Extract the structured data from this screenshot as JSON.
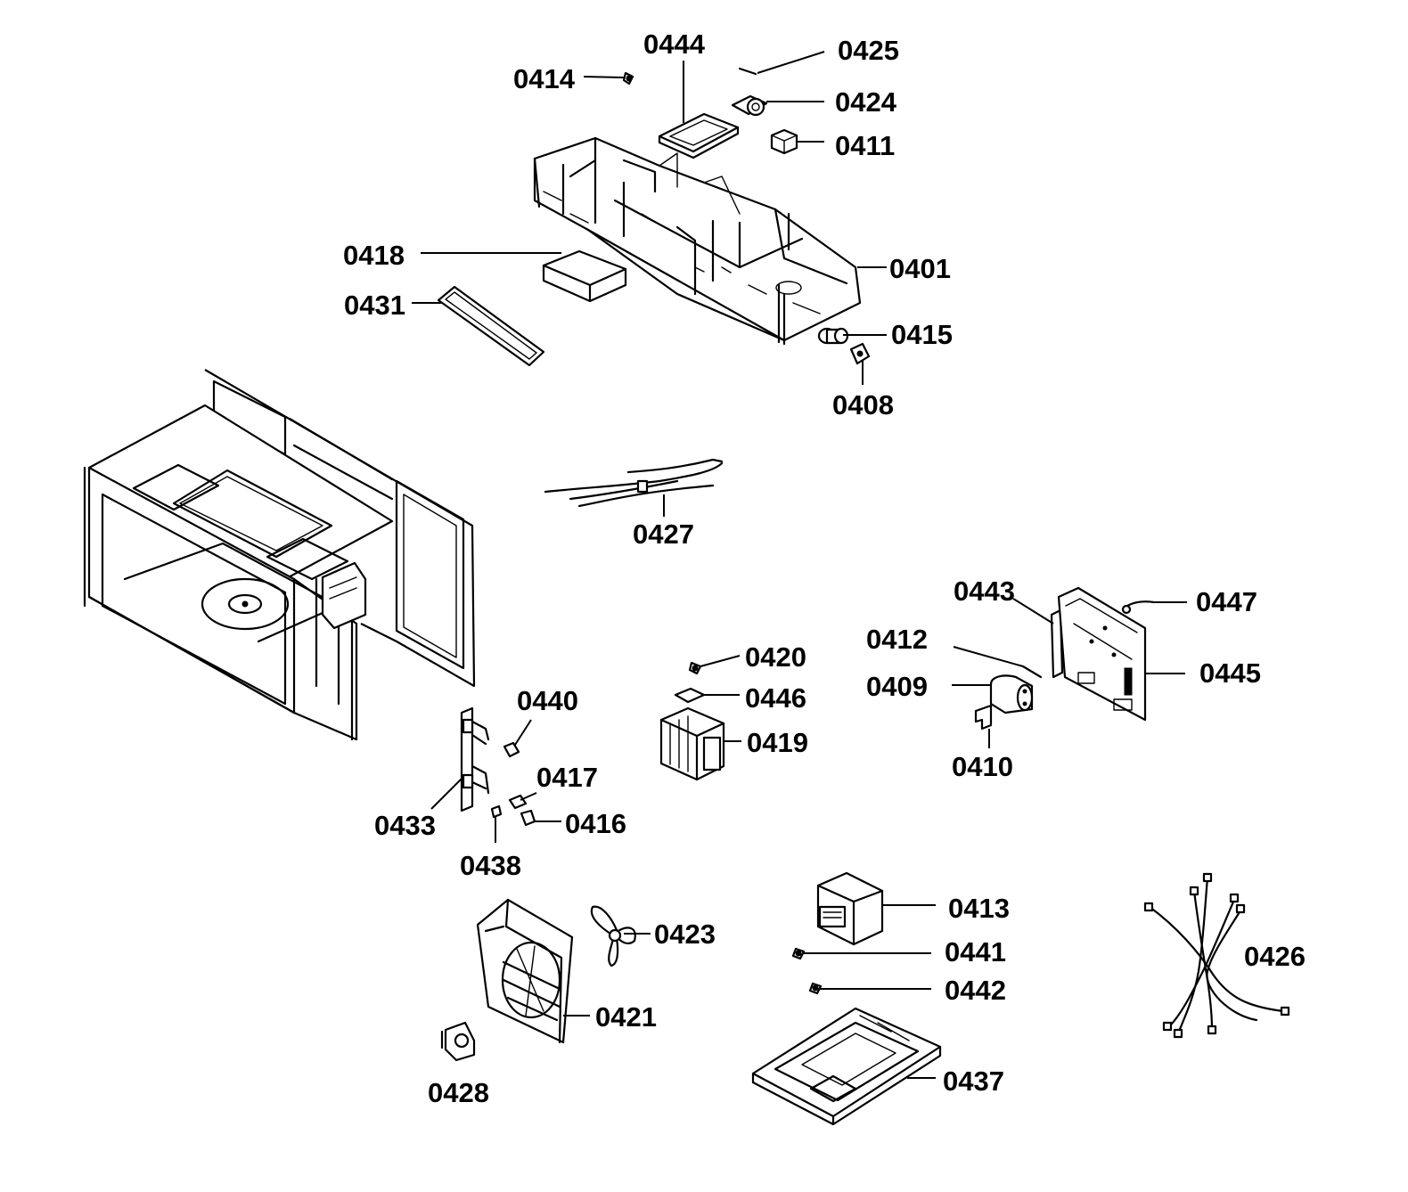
{
  "diagram": {
    "colors": {
      "ink": "#000000",
      "paper": "#ffffff"
    },
    "parts": [
      {
        "id": "0444",
        "label": "0444"
      },
      {
        "id": "0425",
        "label": "0425"
      },
      {
        "id": "0414",
        "label": "0414"
      },
      {
        "id": "0424",
        "label": "0424"
      },
      {
        "id": "0411",
        "label": "0411"
      },
      {
        "id": "0418",
        "label": "0418"
      },
      {
        "id": "0401",
        "label": "0401"
      },
      {
        "id": "0431",
        "label": "0431"
      },
      {
        "id": "0415",
        "label": "0415"
      },
      {
        "id": "0408",
        "label": "0408"
      },
      {
        "id": "0427",
        "label": "0427"
      },
      {
        "id": "0443",
        "label": "0443"
      },
      {
        "id": "0447",
        "label": "0447"
      },
      {
        "id": "0412",
        "label": "0412"
      },
      {
        "id": "0445",
        "label": "0445"
      },
      {
        "id": "0409",
        "label": "0409"
      },
      {
        "id": "0410",
        "label": "0410"
      },
      {
        "id": "0420",
        "label": "0420"
      },
      {
        "id": "0446",
        "label": "0446"
      },
      {
        "id": "0419",
        "label": "0419"
      },
      {
        "id": "0440",
        "label": "0440"
      },
      {
        "id": "0417",
        "label": "0417"
      },
      {
        "id": "0433",
        "label": "0433"
      },
      {
        "id": "0416",
        "label": "0416"
      },
      {
        "id": "0438",
        "label": "0438"
      },
      {
        "id": "0413",
        "label": "0413"
      },
      {
        "id": "0441",
        "label": "0441"
      },
      {
        "id": "0442",
        "label": "0442"
      },
      {
        "id": "0426",
        "label": "0426"
      },
      {
        "id": "0423",
        "label": "0423"
      },
      {
        "id": "0421",
        "label": "0421"
      },
      {
        "id": "0437",
        "label": "0437"
      },
      {
        "id": "0428",
        "label": "0428"
      }
    ]
  }
}
